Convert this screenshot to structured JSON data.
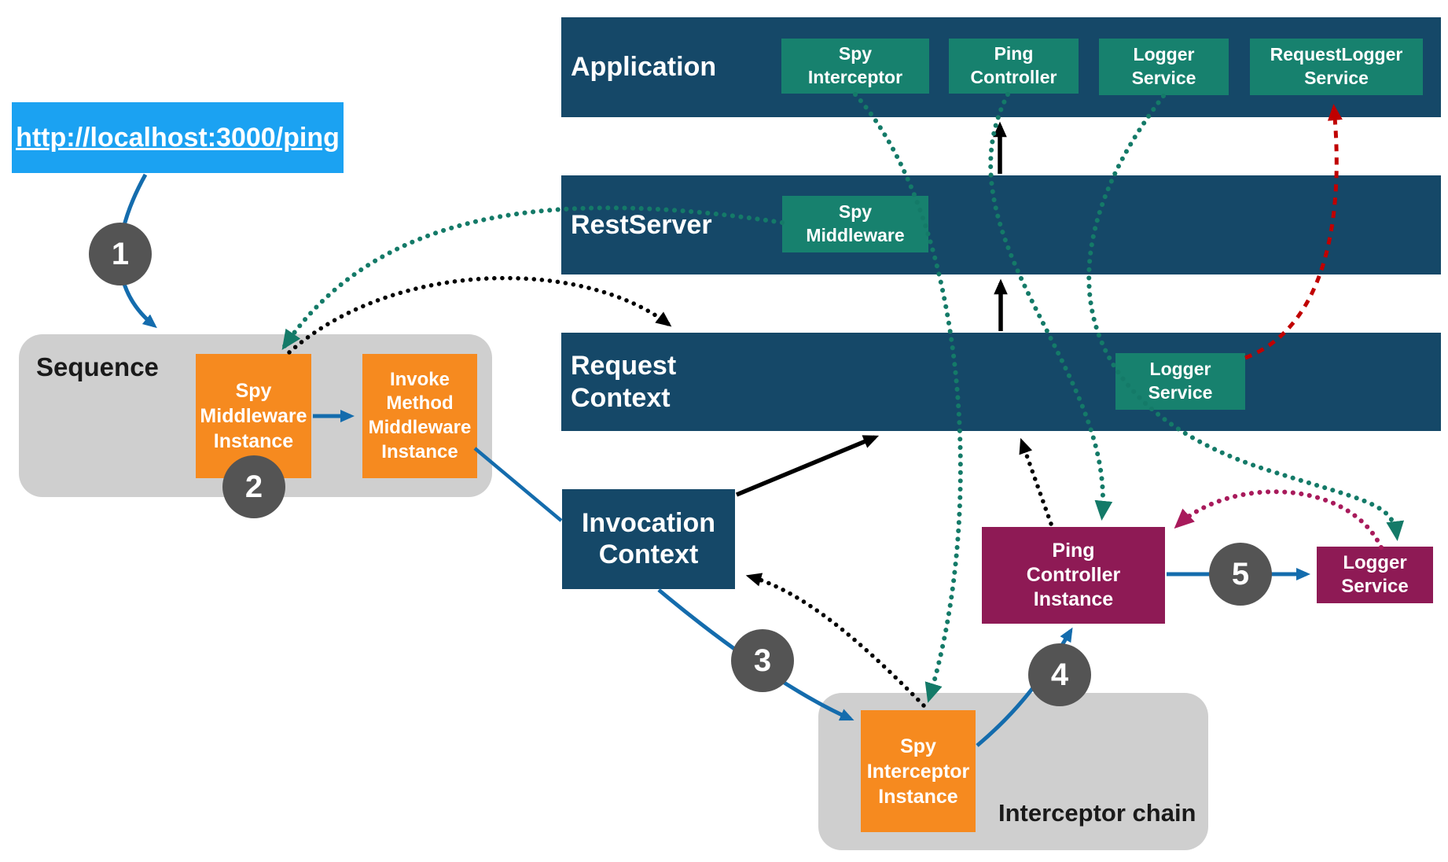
{
  "title": "LoopBack request flow diagram",
  "request": {
    "url_label": "http://localhost:3000/ping"
  },
  "layers": {
    "application": {
      "label": "Application"
    },
    "rest_server": {
      "label": "RestServer"
    },
    "request_context": {
      "label": "Request\nContext"
    }
  },
  "bindings": {
    "app_spy_interceptor": {
      "label": "Spy\nInterceptor"
    },
    "app_ping_controller": {
      "label": "Ping\nController"
    },
    "app_logger_service": {
      "label": "Logger\nService"
    },
    "app_requestlogger_service": {
      "label": "RequestLogger\nService"
    },
    "rest_spy_middleware": {
      "label": "Spy\nMiddleware"
    },
    "ctx_logger_service": {
      "label": "Logger\nService"
    }
  },
  "groups": {
    "sequence": {
      "label": "Sequence"
    },
    "interceptor_chain": {
      "label": "Interceptor chain"
    }
  },
  "instances": {
    "spy_middleware_instance": {
      "label": "Spy\nMiddleware\nInstance"
    },
    "invoke_method_middleware_instance": {
      "label": "Invoke\nMethod\nMiddleware\nInstance"
    },
    "invocation_context": {
      "label": "Invocation\nContext"
    },
    "ping_controller_instance": {
      "label": "Ping\nController\nInstance"
    },
    "logger_service_instance": {
      "label": "Logger\nService"
    },
    "spy_interceptor_instance": {
      "label": "Spy\nInterceptor\nInstance"
    }
  },
  "steps": [
    {
      "number": "1"
    },
    {
      "number": "2"
    },
    {
      "number": "3"
    },
    {
      "number": "4"
    },
    {
      "number": "5"
    }
  ],
  "colors": {
    "layer_bar": "#154868",
    "binding_chip": "#17816E",
    "instance_orange": "#F68A1F",
    "instance_magenta": "#8E1A55",
    "group_gray": "#cfcfcf",
    "url_blue": "#1BA2F2",
    "flow_arrow_blue": "#146CAD",
    "resolve_arrow_teal": "#147A68",
    "context_arrow_black": "#000000",
    "injection_arrow_magenta": "#A81A5B",
    "injection_arrow_red": "#C00000",
    "step_circle_gray": "#545454"
  }
}
